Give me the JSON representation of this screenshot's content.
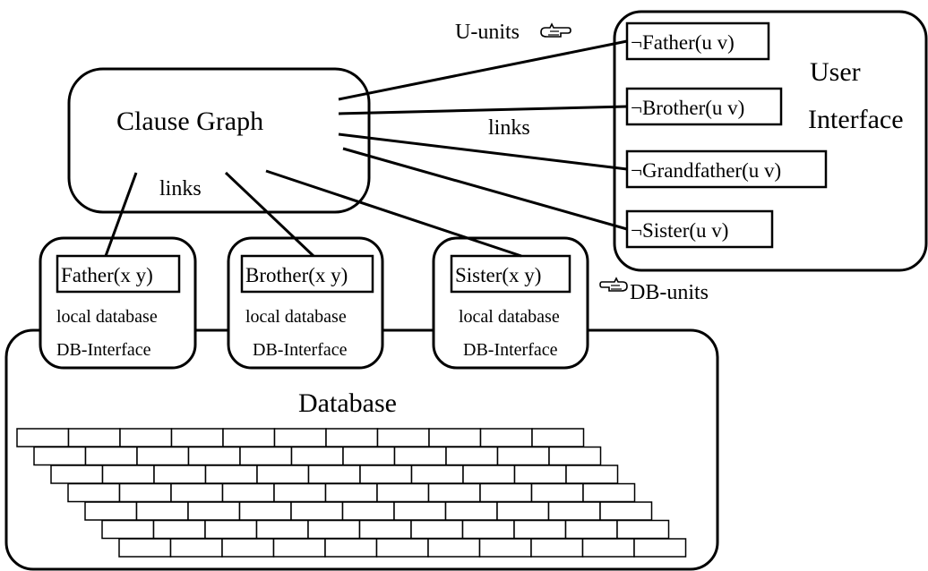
{
  "clause_graph": {
    "title": "Clause Graph"
  },
  "labels": {
    "links_left": "links",
    "links_right": "links",
    "u_units": "U-units",
    "u_units_icon": "right-pointing-hand-icon",
    "db_units": "DB-units",
    "db_units_icon": "left-pointing-hand-icon"
  },
  "user_interface": {
    "title_line1": "User",
    "title_line2": "Interface",
    "units": [
      "¬Father(u v)",
      "¬Brother(u v)",
      "¬Grandfather(u v)",
      "¬Sister(u v)"
    ]
  },
  "db_interfaces": [
    {
      "predicate": "Father(x y)",
      "local": "local database",
      "interface": "DB-Interface"
    },
    {
      "predicate": "Brother(x y)",
      "local": "local database",
      "interface": "DB-Interface"
    },
    {
      "predicate": "Sister(x y)",
      "local": "local database",
      "interface": "DB-Interface"
    }
  ],
  "database": {
    "title": "Database"
  }
}
